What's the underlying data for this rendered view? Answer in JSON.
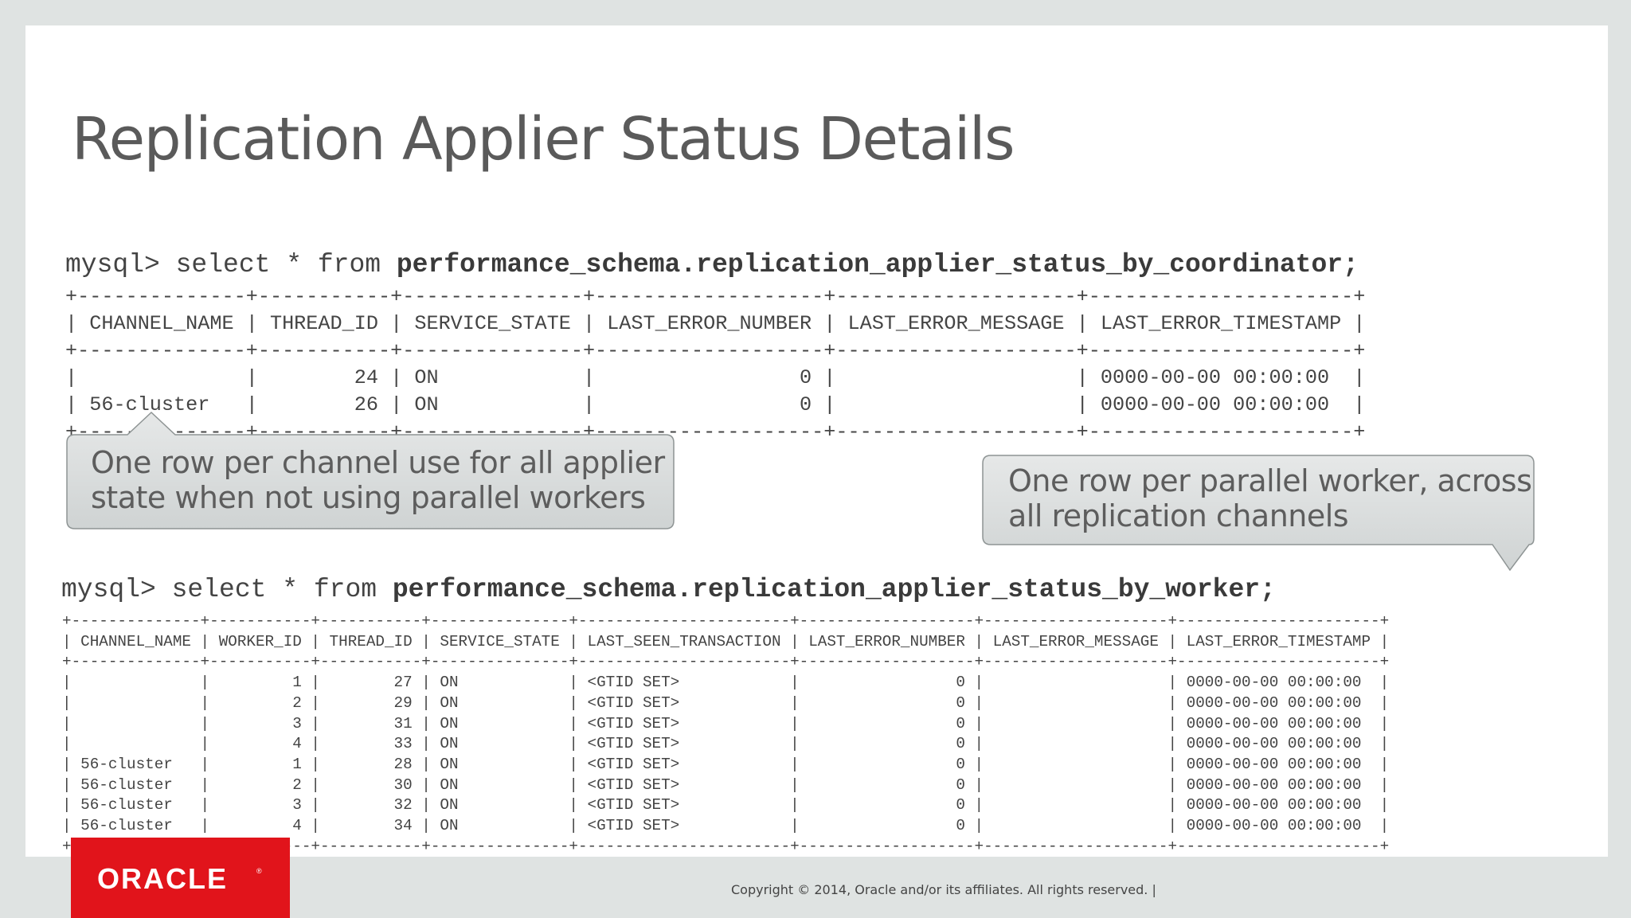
{
  "title": "Replication Applier Status Details",
  "query1": {
    "prompt": "mysql> select * from ",
    "table_name": "performance_schema.replication_applier_status_by_coordinator;",
    "columns": [
      "CHANNEL_NAME",
      "THREAD_ID",
      "SERVICE_STATE",
      "LAST_ERROR_NUMBER",
      "LAST_ERROR_MESSAGE",
      "LAST_ERROR_TIMESTAMP"
    ],
    "align": [
      "left",
      "right",
      "left",
      "right",
      "left",
      "left"
    ],
    "rows": [
      [
        "",
        "24",
        "ON",
        "0",
        "",
        "0000-00-00 00:00:00"
      ],
      [
        "56-cluster",
        "26",
        "ON",
        "0",
        "",
        "0000-00-00 00:00:00"
      ]
    ]
  },
  "query2": {
    "prompt": "mysql> select * from ",
    "table_name": "performance_schema.replication_applier_status_by_worker;",
    "columns": [
      "CHANNEL_NAME",
      "WORKER_ID",
      "THREAD_ID",
      "SERVICE_STATE",
      "LAST_SEEN_TRANSACTION",
      "LAST_ERROR_NUMBER",
      "LAST_ERROR_MESSAGE",
      "LAST_ERROR_TIMESTAMP"
    ],
    "align": [
      "left",
      "right",
      "right",
      "left",
      "left",
      "right",
      "left",
      "left"
    ],
    "rows": [
      [
        "",
        "1",
        "27",
        "ON",
        "<GTID SET>",
        "0",
        "",
        "0000-00-00 00:00:00"
      ],
      [
        "",
        "2",
        "29",
        "ON",
        "<GTID SET>",
        "0",
        "",
        "0000-00-00 00:00:00"
      ],
      [
        "",
        "3",
        "31",
        "ON",
        "<GTID SET>",
        "0",
        "",
        "0000-00-00 00:00:00"
      ],
      [
        "",
        "4",
        "33",
        "ON",
        "<GTID SET>",
        "0",
        "",
        "0000-00-00 00:00:00"
      ],
      [
        "56-cluster",
        "1",
        "28",
        "ON",
        "<GTID SET>",
        "0",
        "",
        "0000-00-00 00:00:00"
      ],
      [
        "56-cluster",
        "2",
        "30",
        "ON",
        "<GTID SET>",
        "0",
        "",
        "0000-00-00 00:00:00"
      ],
      [
        "56-cluster",
        "3",
        "32",
        "ON",
        "<GTID SET>",
        "0",
        "",
        "0000-00-00 00:00:00"
      ],
      [
        "56-cluster",
        "4",
        "34",
        "ON",
        "<GTID SET>",
        "0",
        "",
        "0000-00-00 00:00:00"
      ]
    ]
  },
  "callout1": {
    "line1": "One row per channel use for all applier",
    "line2": "state when not using parallel workers"
  },
  "callout2": {
    "line1": "One row per parallel worker, across",
    "line2": "all replication channels"
  },
  "logo_text": "ORACLE",
  "footer": "Copyright © 2014, Oracle and/or its affiliates. All rights reserved.  |",
  "colors": {
    "logo_red": "#e1141b",
    "callout_fill": "#d7dada",
    "title_gray": "#5a5a5a"
  }
}
